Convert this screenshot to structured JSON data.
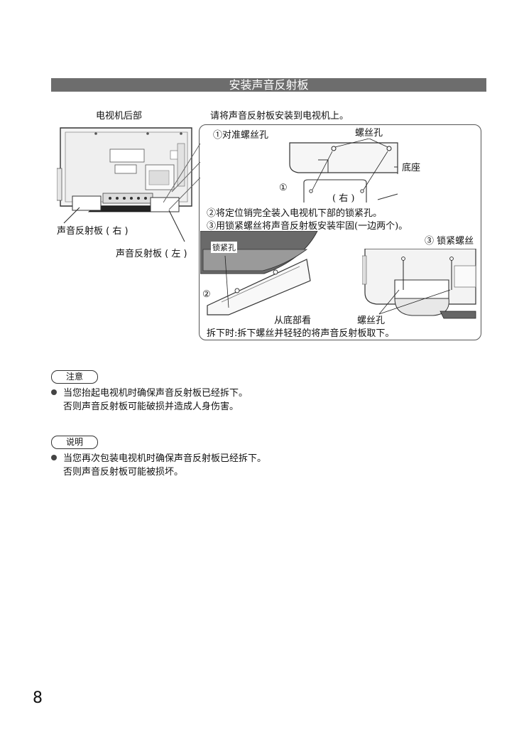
{
  "section_title": "安装声音反射板",
  "left_panel": {
    "tv_back_label": "电视机后部",
    "reflector_right_label": "声音反射板 ( 右 )",
    "reflector_left_label": "声音反射板 ( 左 )"
  },
  "callout": {
    "instruction": "请将声音反射板安装到电视机上。",
    "step1_align": "①对准螺丝孔",
    "screw_hole_label": "螺丝孔",
    "base_label": "底座",
    "circle1": "①",
    "right_label": "( 右 )",
    "step2": "②将定位销完全装入电视机下部的锁紧孔。",
    "step3": "③用锁紧螺丝将声音反射板安装牢固(一边两个)。",
    "locking_hole_label": "锁紧孔",
    "step3_screw_label": "③ 锁紧螺丝",
    "circle2": "②",
    "from_bottom_label": "从底部看",
    "screw_hole_label_2": "螺丝孔",
    "removal_note": "拆下时:拆下螺丝并轻轻的将声音反射板取下。"
  },
  "caution": {
    "title": "注意",
    "line1": "当您抬起电视机时确保声音反射板已经拆下。",
    "line2": "否则声音反射板可能破损并造成人身伤害。"
  },
  "note": {
    "title": "说明",
    "line1": "当您再次包装电视机时确保声音反射板已经拆下。",
    "line2": "否则声音反射板可能被损坏。"
  },
  "page_number": "8"
}
